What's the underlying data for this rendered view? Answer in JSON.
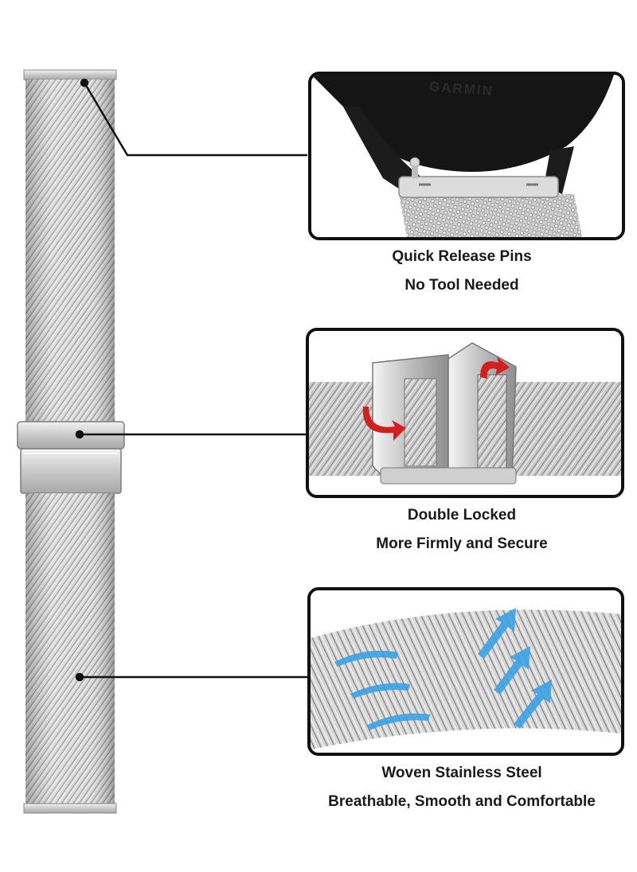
{
  "colors": {
    "steel_light": "#e2e2e2",
    "steel_dark": "#9a9a9a",
    "outline": "#111111",
    "red_arrow": "#d21f1f",
    "blue_arrow": "#3aa3e6",
    "caption_text": "#1a1a1a"
  },
  "features": [
    {
      "id": "quick-release",
      "line1": "Quick Release Pins",
      "line2": "No Tool Needed",
      "detail_icon": "watch-lug-pin-icon",
      "watch_logo": "GARMIN"
    },
    {
      "id": "double-locked",
      "line1": "Double Locked",
      "line2": "More Firmly and Secure",
      "detail_icon": "clasp-arrows-icon"
    },
    {
      "id": "woven-steel",
      "line1": "Woven Stainless Steel",
      "line2": "Breathable, Smooth and Comfortable",
      "detail_icon": "airflow-arrows-icon"
    }
  ]
}
